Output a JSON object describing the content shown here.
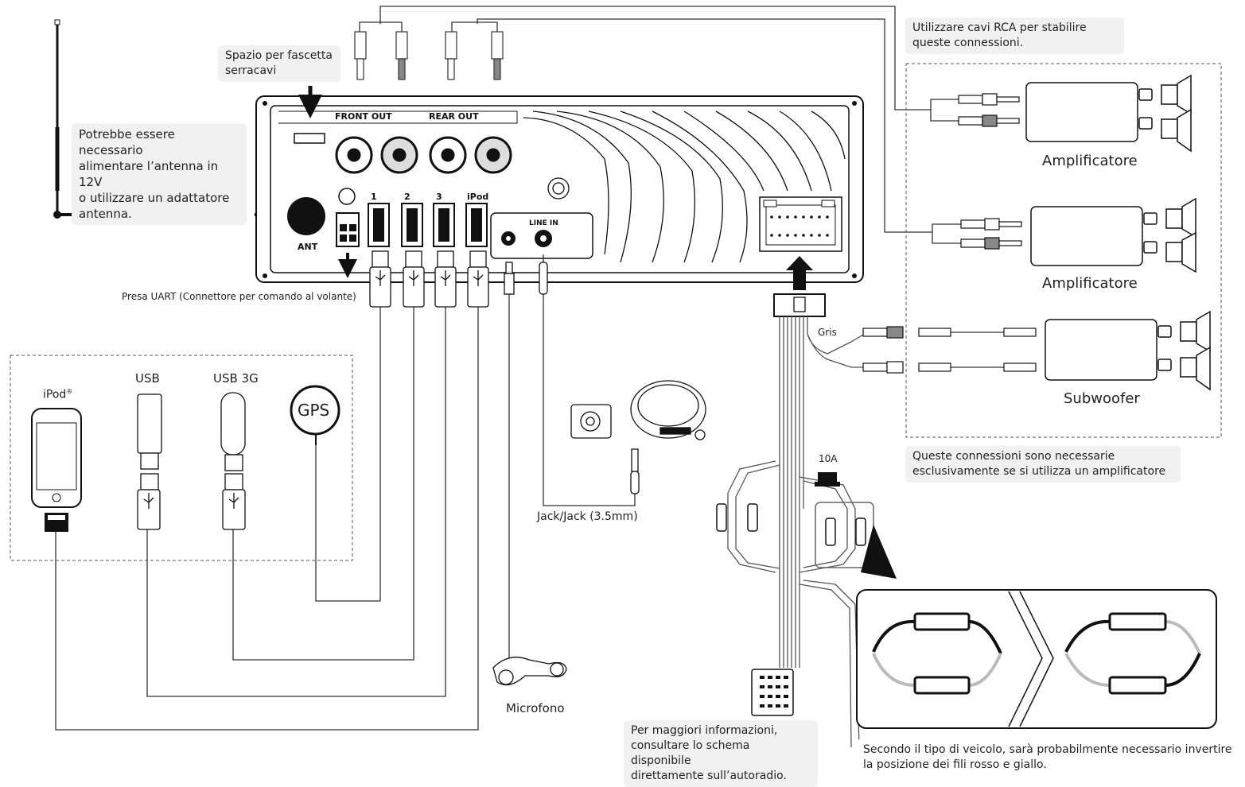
{
  "callouts": {
    "rca_note": "Utilizzare cavi RCA per stabilire\nqueste connessioni.",
    "tie_space": "Spazio per fascetta\nserracavi",
    "antenna_note": "Potrebbe essere necessario\nalimentare l’antenna in 12V\no utilizzare un adattatore\nantenna.",
    "amp_only_note": "Queste connessioni sono necessarie\nesclusivamente se si utilizza un amplificatore",
    "more_info": "Per maggiori informazioni,\nconsultare lo schema disponibile\ndirettamente sull’autoradio.",
    "swap_note": "Secondo il tipo di veicolo, sarà probabilmente necessario invertire\nla posizione dei fili rosso e giallo."
  },
  "panel": {
    "front_out": "FRONT OUT",
    "rear_out": "REAR OUT",
    "ant": "ANT",
    "line_in": "LINE IN",
    "usb_ports": [
      "1",
      "2",
      "3",
      "iPod"
    ]
  },
  "labels": {
    "uart": "Presa UART (Connettore per comando al volante)",
    "ipod": "iPod",
    "ipod_mark": "®",
    "usb": "USB",
    "usb3g": "USB 3G",
    "gps": "GPS",
    "jack": "Jack/Jack (3.5mm)",
    "microfono": "Microfono",
    "gris": "Gris",
    "fuse": "10A"
  },
  "amplifiers": [
    "Amplificatore",
    "Amplificatore",
    "Subwoofer"
  ]
}
